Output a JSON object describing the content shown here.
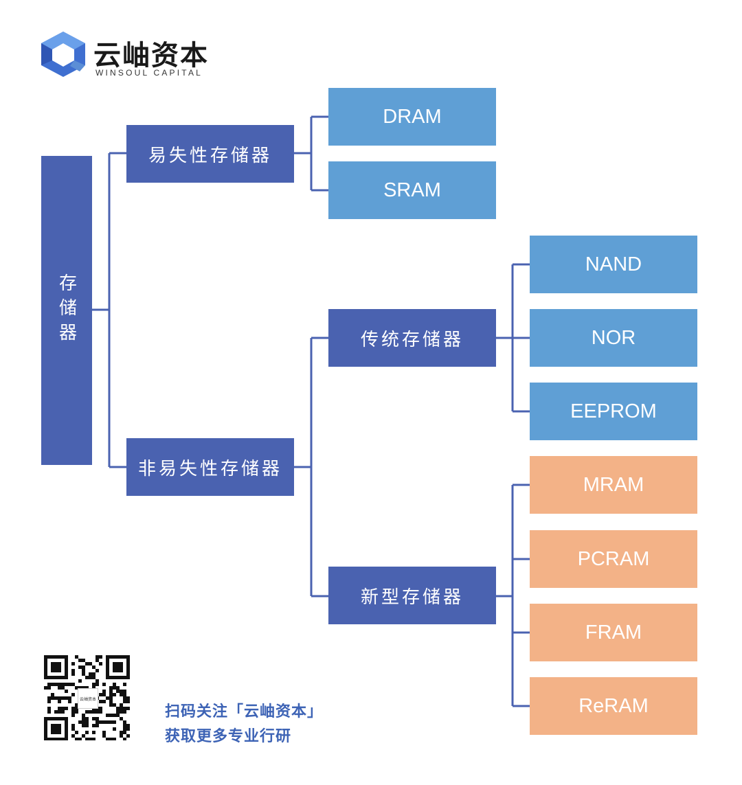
{
  "brand": {
    "name": "云岫资本",
    "subtitle": "WINSOUL CAPITAL",
    "colors": {
      "primary": "#4a62b0",
      "accent": "#5b8ed6"
    }
  },
  "tree": {
    "root": "存储器",
    "volatile": {
      "label": "易失性存储器",
      "children": [
        "DRAM",
        "SRAM"
      ]
    },
    "nonvolatile": {
      "label": "非易失性存储器",
      "traditional": {
        "label": "传统存储器",
        "children": [
          "NAND",
          "NOR",
          "EEPROM"
        ]
      },
      "emerging": {
        "label": "新型存储器",
        "children": [
          "MRAM",
          "PCRAM",
          "FRAM",
          "ReRAM"
        ]
      }
    }
  },
  "colors": {
    "dark": "#4a62b0",
    "light": "#5f9fd5",
    "orange": "#f3b287",
    "line": "#4a62b0"
  },
  "footer": {
    "line1": "扫码关注「云岫资本」",
    "line2": "获取更多专业行研",
    "qr_label": "云岫资本"
  }
}
